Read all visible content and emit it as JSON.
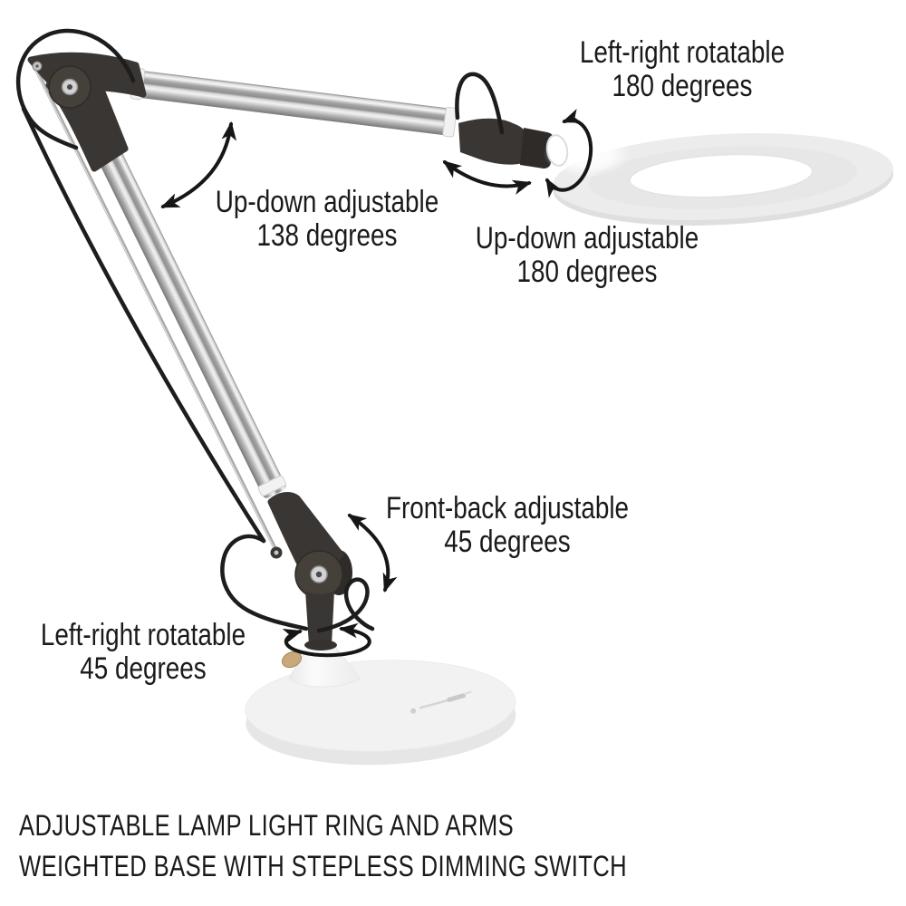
{
  "annotations": [
    {
      "id": "head-rotation",
      "line1": "Left-right rotatable",
      "line2": "180 degrees"
    },
    {
      "id": "elbow-updown",
      "line1": "Up-down adjustable",
      "line2": "138 degrees"
    },
    {
      "id": "head-updown",
      "line1": "Up-down adjustable",
      "line2": "180 degrees"
    },
    {
      "id": "front-back",
      "line1": "Front-back adjustable",
      "line2": "45 degrees"
    },
    {
      "id": "base-rotation",
      "line1": "Left-right rotatable",
      "line2": "45 degrees"
    }
  ],
  "captions": {
    "line1": "ADJUSTABLE LAMP LIGHT RING AND ARMS",
    "line2": "WEIGHTED BASE WITH STEPLESS DIMMING SWITCH"
  },
  "colors": {
    "text": "#1a1a1a",
    "arrow": "#161616",
    "cable": "#1d1d1d",
    "joint_dark": "#3a3633",
    "joint_hub": "#454039",
    "joint_deep": "#2e2b28",
    "screw": "#d2d2d2",
    "screw_edge": "#8f8f8f",
    "arm_edge": "#8a8a8a",
    "arm_light": "#f7f7f7",
    "arm_mid": "#a5a5a5",
    "arm_cap": "#f2f2f2",
    "rod": "#a9a9a9",
    "ring": "#ececec",
    "ring_under": "#dfdfdf",
    "ring_hole": "#ffffff",
    "base_top": "#f2f2f2",
    "base_side": "#e6e6e6",
    "cone": "#f7f7f7",
    "knob": "#c9a87b",
    "slider": "#c9c9c9"
  }
}
